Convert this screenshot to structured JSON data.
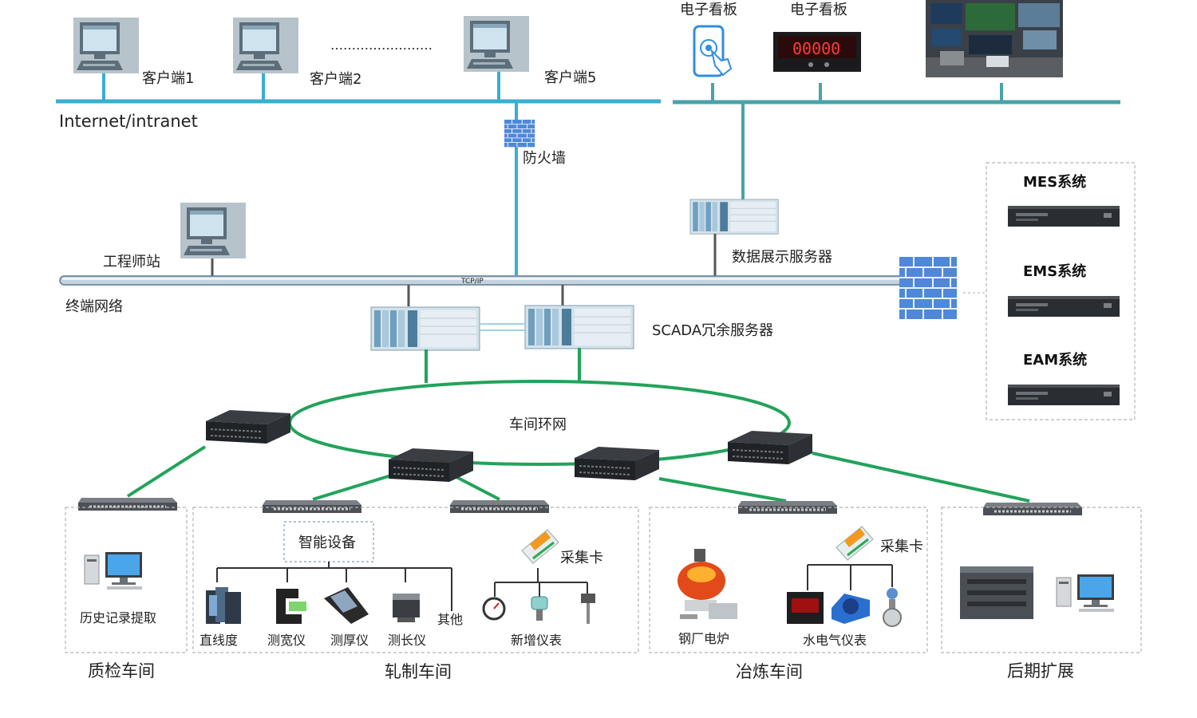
{
  "network": {
    "internet_label": "Internet/intranet",
    "terminal_label": "终端网络",
    "tcpip_label": "TCP/IP",
    "ring_label": "车间环网",
    "dots_label": "……………………"
  },
  "clients": {
    "client1": "客户端1",
    "client2": "客户端2",
    "client5": "客户端5"
  },
  "displays": {
    "board1": "电子看板",
    "board2": "电子看板",
    "led_readout": "00000"
  },
  "firewall_label": "防火墙",
  "engineer_station": "工程师站",
  "data_server": "数据展示服务器",
  "scada": "SCADA冗余服务器",
  "systems": {
    "mes": "MES系统",
    "ems": "EMS系统",
    "eam": "EAM系统"
  },
  "qc": {
    "title": "质检车间",
    "history": "历史记录提取"
  },
  "rolling": {
    "title": "轧制车间",
    "smart": "智能设备",
    "collect": "采集卡",
    "straightness": "直线度",
    "width": "测宽仪",
    "thickness": "测厚仪",
    "length": "测长仪",
    "other": "其他",
    "new_meters": "新增仪表"
  },
  "smelting": {
    "title": "冶炼车间",
    "collect": "采集卡",
    "furnace": "钢厂电炉",
    "utility": "水电气仪表"
  },
  "expansion": {
    "title": "后期扩展"
  },
  "colors": {
    "bus_blue": "#3aaed0",
    "teal_bus": "#4aa3a8",
    "green_link": "#22a35a",
    "pc_frame": "#9aa8b0",
    "server_blue": "#8fb8cf",
    "firewall_blue": "#4f88d8"
  }
}
